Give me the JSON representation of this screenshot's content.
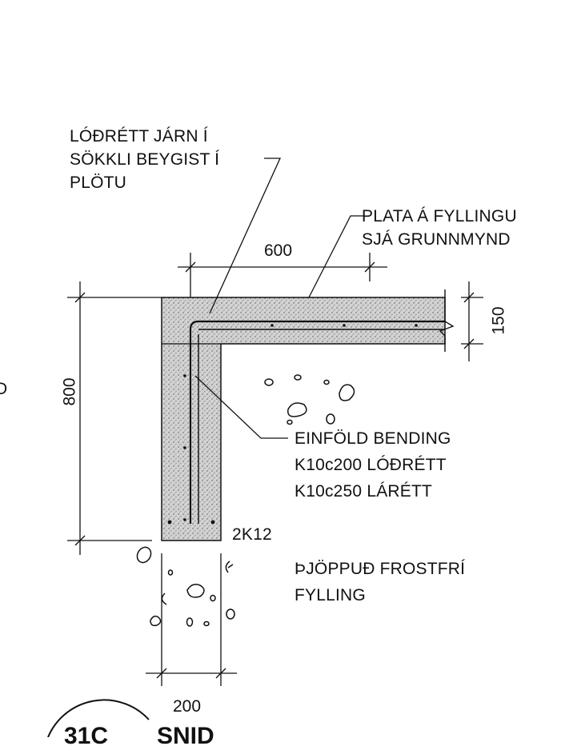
{
  "labels": {
    "vertical_rebar_line1": "LÓÐRÉTT JÁRN Í",
    "vertical_rebar_line2": "SÖKKLI BEYGIST Í",
    "vertical_rebar_line3": "PLÖTU",
    "slab_line1": "PLATA Á FYLLINGU",
    "slab_line2": "SJÁ GRUNNMYND",
    "reinforcement_line1": "EINFÖLD BENDING",
    "reinforcement_line2": "K10c200 LÓÐRÉTT",
    "reinforcement_line3": "K10c250 LÁRÉTT",
    "bottom_bars": "2K12",
    "fill_line1": "ÞJÖPPUÐ FROSTFRÍ",
    "fill_line2": "FYLLING",
    "left_edge_fragment": "D"
  },
  "dimensions": {
    "slab_length": "600",
    "footing_height": "800",
    "slab_thickness": "150",
    "footing_width": "200"
  },
  "title": {
    "number": "31C",
    "text": "SNID"
  },
  "colors": {
    "ink": "#111111",
    "concrete": "#c9c9c9",
    "paper": "#ffffff"
  }
}
